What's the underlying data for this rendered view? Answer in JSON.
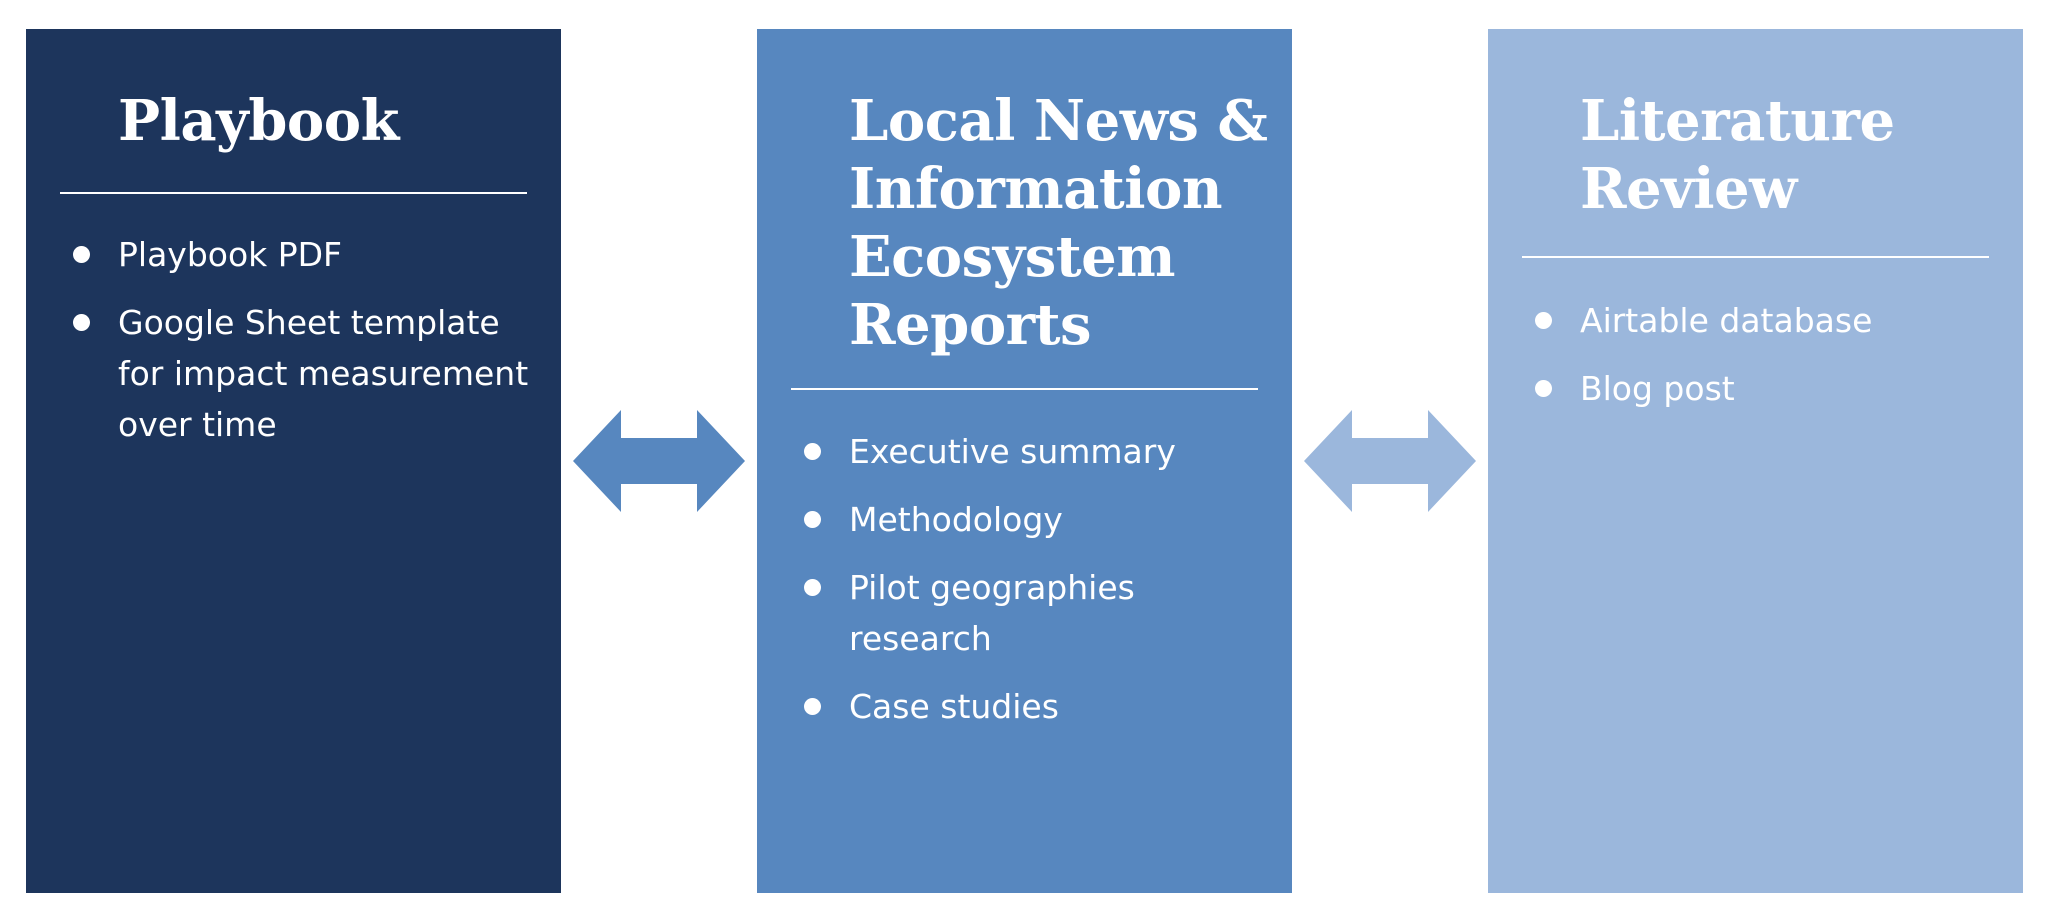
{
  "colors": {
    "panel_dark": "#1d355c",
    "panel_mid": "#5787bf",
    "panel_light": "#9bb7dc",
    "arrow_left": "#5787bf",
    "arrow_right": "#9bb7dc",
    "text": "#ffffff"
  },
  "panels": [
    {
      "title": "Playbook",
      "items": [
        "Playbook PDF",
        "Google Sheet template for impact measurement over time"
      ]
    },
    {
      "title": "Local News & Information Ecosystem Reports",
      "items": [
        "Executive summary",
        "Methodology",
        "Pilot geographies research",
        "Case studies"
      ]
    },
    {
      "title": "Literature Review",
      "items": [
        "Airtable database",
        "Blog post"
      ]
    }
  ],
  "arrows": [
    {
      "icon": "double-arrow-icon",
      "from": "Playbook",
      "to": "Local News & Information Ecosystem Reports"
    },
    {
      "icon": "double-arrow-icon",
      "from": "Local News & Information Ecosystem Reports",
      "to": "Literature Review"
    }
  ]
}
